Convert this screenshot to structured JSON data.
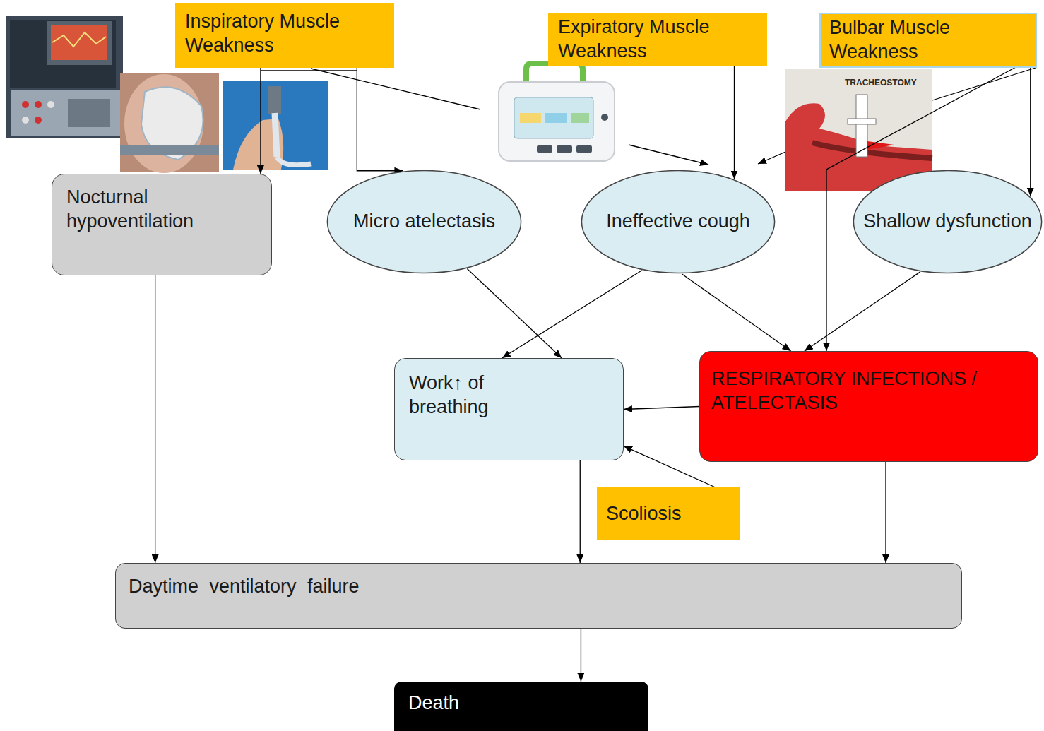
{
  "diagram": {
    "nodes": [
      {
        "text": [
          "Inspiratory Muscle Weakness"
        ]
      },
      {
        "text": [
          "Expiratory Muscle Weakness"
        ]
      },
      {
        "text": [
          "Bulbar Muscle Weakness"
        ]
      },
      {
        "text": [
          "Nocturnal hypoventilation"
        ]
      },
      {
        "text": [
          "Micro atelectasis"
        ]
      },
      {
        "text": [
          "Ineffective cough"
        ]
      },
      {
        "text": [
          "Shallow dysfunction"
        ]
      },
      {
        "text": [
          "Work↑ of breathing"
        ]
      },
      {
        "text": [
          "RESPIRATORY INFECTIONS / ATELECTASIS"
        ]
      },
      {
        "text": [
          "Scoliosis"
        ]
      },
      {
        "text": [
          "Daytime ventilatory failure"
        ]
      },
      {
        "text": [
          "Death"
        ]
      }
    ],
    "edges": [
      {
        "from": 0,
        "to": 3,
        "arrow": "to"
      },
      {
        "from": 0,
        "to": 4,
        "arrow": "to"
      },
      {
        "from": 1,
        "to": 5,
        "arrow": "to"
      },
      {
        "from": 2,
        "to": 6,
        "arrow": "to"
      },
      {
        "from": 2,
        "to": 8,
        "arrow": "to"
      },
      {
        "from": 3,
        "to": 10,
        "arrow": "to"
      },
      {
        "from": 4,
        "to": 7,
        "arrow": "to"
      },
      {
        "from": 5,
        "to": 7,
        "arrow": "to"
      },
      {
        "from": 5,
        "to": 8,
        "arrow": "to"
      },
      {
        "from": 6,
        "to": 8,
        "arrow": "to"
      },
      {
        "from": 8,
        "to": 7,
        "arrow": "to"
      },
      {
        "from": 9,
        "to": 7,
        "arrow": "to"
      },
      {
        "from": 7,
        "to": 10,
        "arrow": "to"
      },
      {
        "from": 8,
        "to": 10,
        "arrow": "to"
      },
      {
        "from": 10,
        "to": 11,
        "arrow": "to"
      }
    ],
    "labels": [
      "TRACHEOSTOMY"
    ]
  }
}
